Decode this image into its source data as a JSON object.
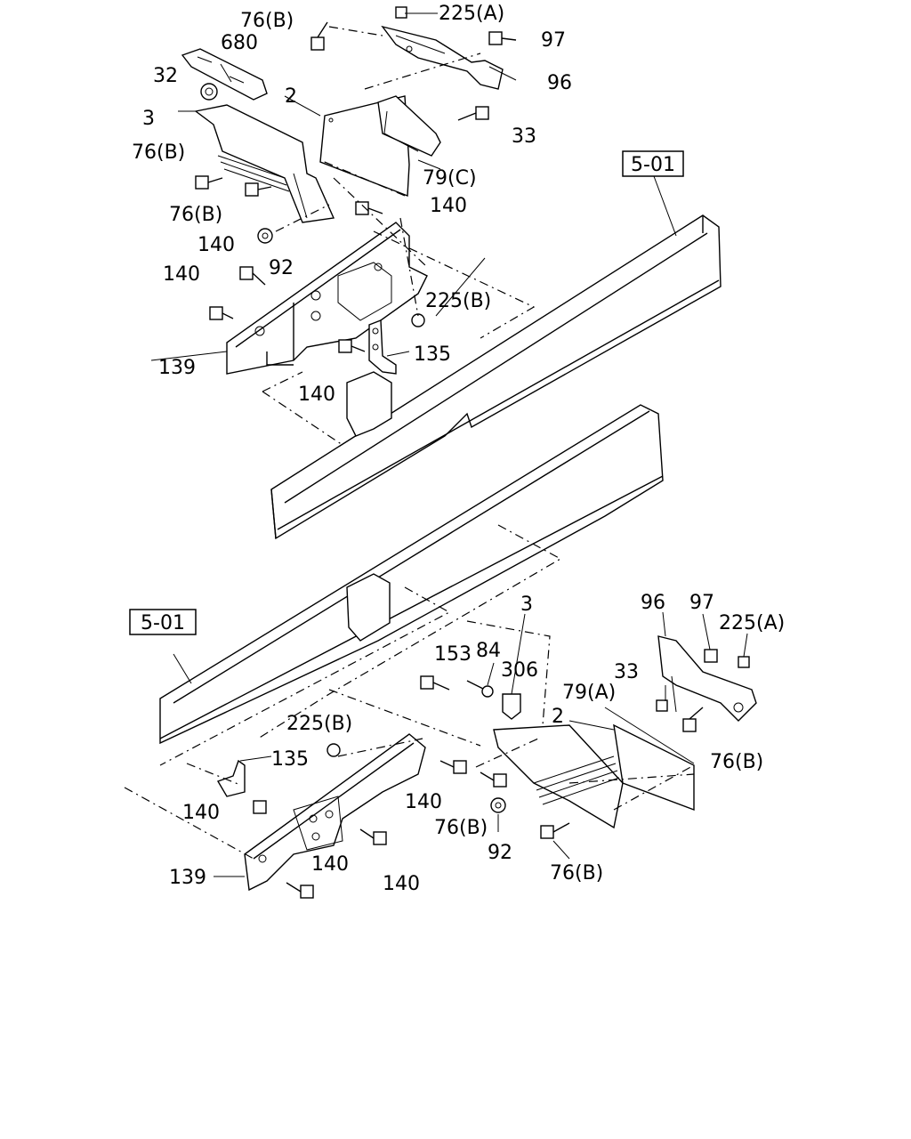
{
  "labels": {
    "u_76b_top": "76(B)",
    "u_225a": "225(A)",
    "u_680": "680",
    "u_97": "97",
    "u_32": "32",
    "u_96": "96",
    "u_2": "2",
    "u_3": "3",
    "u_33": "33",
    "u_76b_mid": "76(B)",
    "u_79c": "79(C)",
    "u_76b_low": "76(B)",
    "u_140_a": "140",
    "u_140_b": "140",
    "u_92": "92",
    "u_140_c": "140",
    "u_225b": "225(B)",
    "u_139": "139",
    "u_135": "135",
    "u_140_d": "140",
    "ref_upper": "5-01",
    "ref_lower": "5-01",
    "l_3": "3",
    "l_96": "96",
    "l_97": "97",
    "l_225a": "225(A)",
    "l_153": "153",
    "l_84": "84",
    "l_306": "306",
    "l_33": "33",
    "l_79a": "79(A)",
    "l_2": "2",
    "l_225b": "225(B)",
    "l_135": "135",
    "l_76b_r": "76(B)",
    "l_140_mid": "140",
    "l_140_left": "140",
    "l_76b_c": "76(B)",
    "l_92": "92",
    "l_139": "139",
    "l_140_bot": "140",
    "l_140_r": "140",
    "l_76b_b": "76(B)"
  }
}
